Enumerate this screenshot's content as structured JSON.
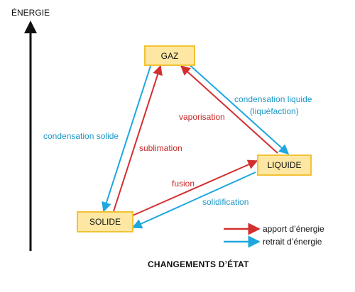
{
  "axis": {
    "label": "ÉNERGIE"
  },
  "footer": {
    "title": "CHANGEMENTS D’ÉTAT"
  },
  "nodes": {
    "gaz": "GAZ",
    "liquide": "LIQUIDE",
    "solide": "SOLIDE"
  },
  "transitions": {
    "vaporisation": "vaporisation",
    "condensation_liquide_line1": "condensation liquide",
    "condensation_liquide_line2": "(liquéfaction)",
    "condensation_solide": "condensation solide",
    "sublimation": "sublimation",
    "fusion": "fusion",
    "solidification": "solidification"
  },
  "legend": {
    "items": [
      {
        "text": "apport d’énergie",
        "color": "#d32f2f"
      },
      {
        "text": "retrait d’énergie",
        "color": "#1ea7de"
      }
    ]
  },
  "colors": {
    "red": "#d32f2f",
    "blue": "#1ea7de",
    "node_fill": "#fde7a3",
    "node_border": "#f2c233",
    "axis": "#111111"
  }
}
